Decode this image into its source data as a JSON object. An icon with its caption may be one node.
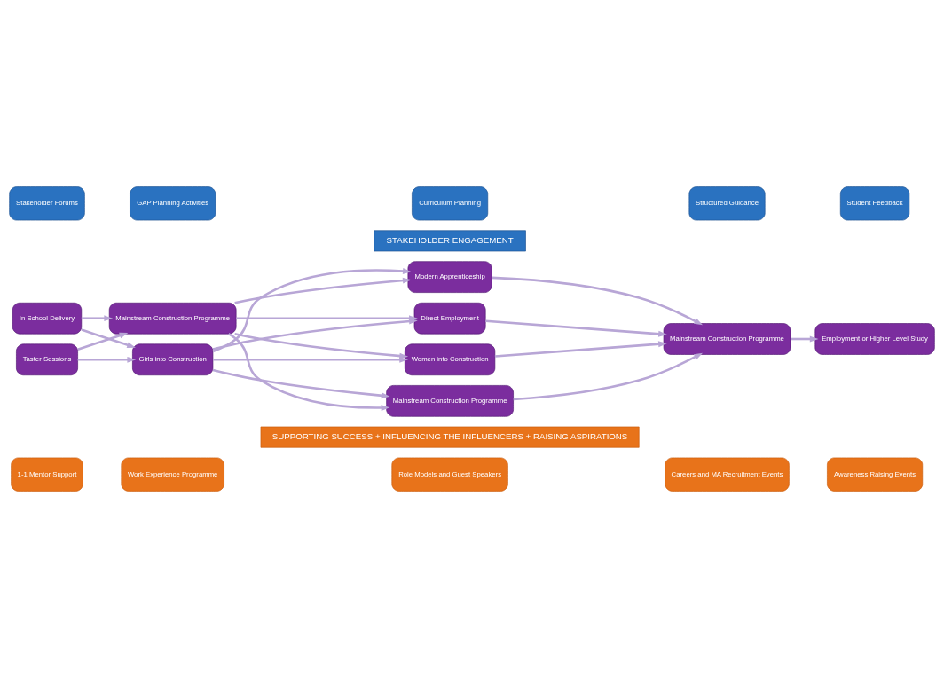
{
  "diagram": {
    "nodes": [
      {
        "text": [
          "1-1 Mentor Support"
        ]
      },
      {
        "text": [
          "Work Experience Programme"
        ]
      },
      {
        "text": [
          "Role Models and Guest Speakers"
        ]
      },
      {
        "text": [
          "Careers and MA Recruitment Events"
        ]
      },
      {
        "text": [
          "Awareness Raising Events"
        ]
      },
      {
        "text": [
          "SUPPORTING SUCCESS + INFLUENCING THE INFLUENCERS + RAISING ASPIRATIONS"
        ]
      },
      {
        "text": [
          "In School Delivery"
        ]
      },
      {
        "text": [
          "Taster Sessions"
        ]
      },
      {
        "text": [
          "Mainstream Construction Programme"
        ]
      },
      {
        "text": [
          "Girls into Construction"
        ]
      },
      {
        "text": [
          "Women into Construction"
        ]
      },
      {
        "text": [
          "Mainstream Construction Programme"
        ]
      },
      {
        "text": [
          "Modern Apprenticeship"
        ]
      },
      {
        "text": [
          "Direct Employment"
        ]
      },
      {
        "text": [
          "Mainstream Construction Programme"
        ]
      },
      {
        "text": [
          "Employment or Higher Level Study"
        ]
      },
      {
        "text": [
          "STAKEHOLDER ENGAGEMENT"
        ]
      },
      {
        "text": [
          "Stakeholder Forums"
        ]
      },
      {
        "text": [
          "GAP Planning Activities"
        ]
      },
      {
        "text": [
          "Curriculum Planning"
        ]
      },
      {
        "text": [
          "Structured Guidance"
        ]
      },
      {
        "text": [
          "Student Feedback"
        ]
      }
    ],
    "edges": [
      {
        "from": 6,
        "to": 8,
        "arrow": "to"
      },
      {
        "from": 6,
        "to": 9,
        "arrow": "to"
      },
      {
        "from": 7,
        "to": 8,
        "arrow": "to"
      },
      {
        "from": 7,
        "to": 9,
        "arrow": "to"
      },
      {
        "from": 8,
        "to": 10,
        "arrow": "to"
      },
      {
        "from": 8,
        "to": 11,
        "arrow": "to"
      },
      {
        "from": 8,
        "to": 12,
        "arrow": "to"
      },
      {
        "from": 8,
        "to": 13,
        "arrow": "to"
      },
      {
        "from": 9,
        "to": 10,
        "arrow": "to"
      },
      {
        "from": 9,
        "to": 11,
        "arrow": "to"
      },
      {
        "from": 9,
        "to": 12,
        "arrow": "to"
      },
      {
        "from": 9,
        "to": 13,
        "arrow": "to"
      },
      {
        "from": 10,
        "to": 14,
        "arrow": "to"
      },
      {
        "from": 11,
        "to": 14,
        "arrow": "to"
      },
      {
        "from": 12,
        "to": 14,
        "arrow": "to"
      },
      {
        "from": 13,
        "to": 14,
        "arrow": "to"
      },
      {
        "from": 14,
        "to": 15,
        "arrow": "to"
      }
    ]
  }
}
